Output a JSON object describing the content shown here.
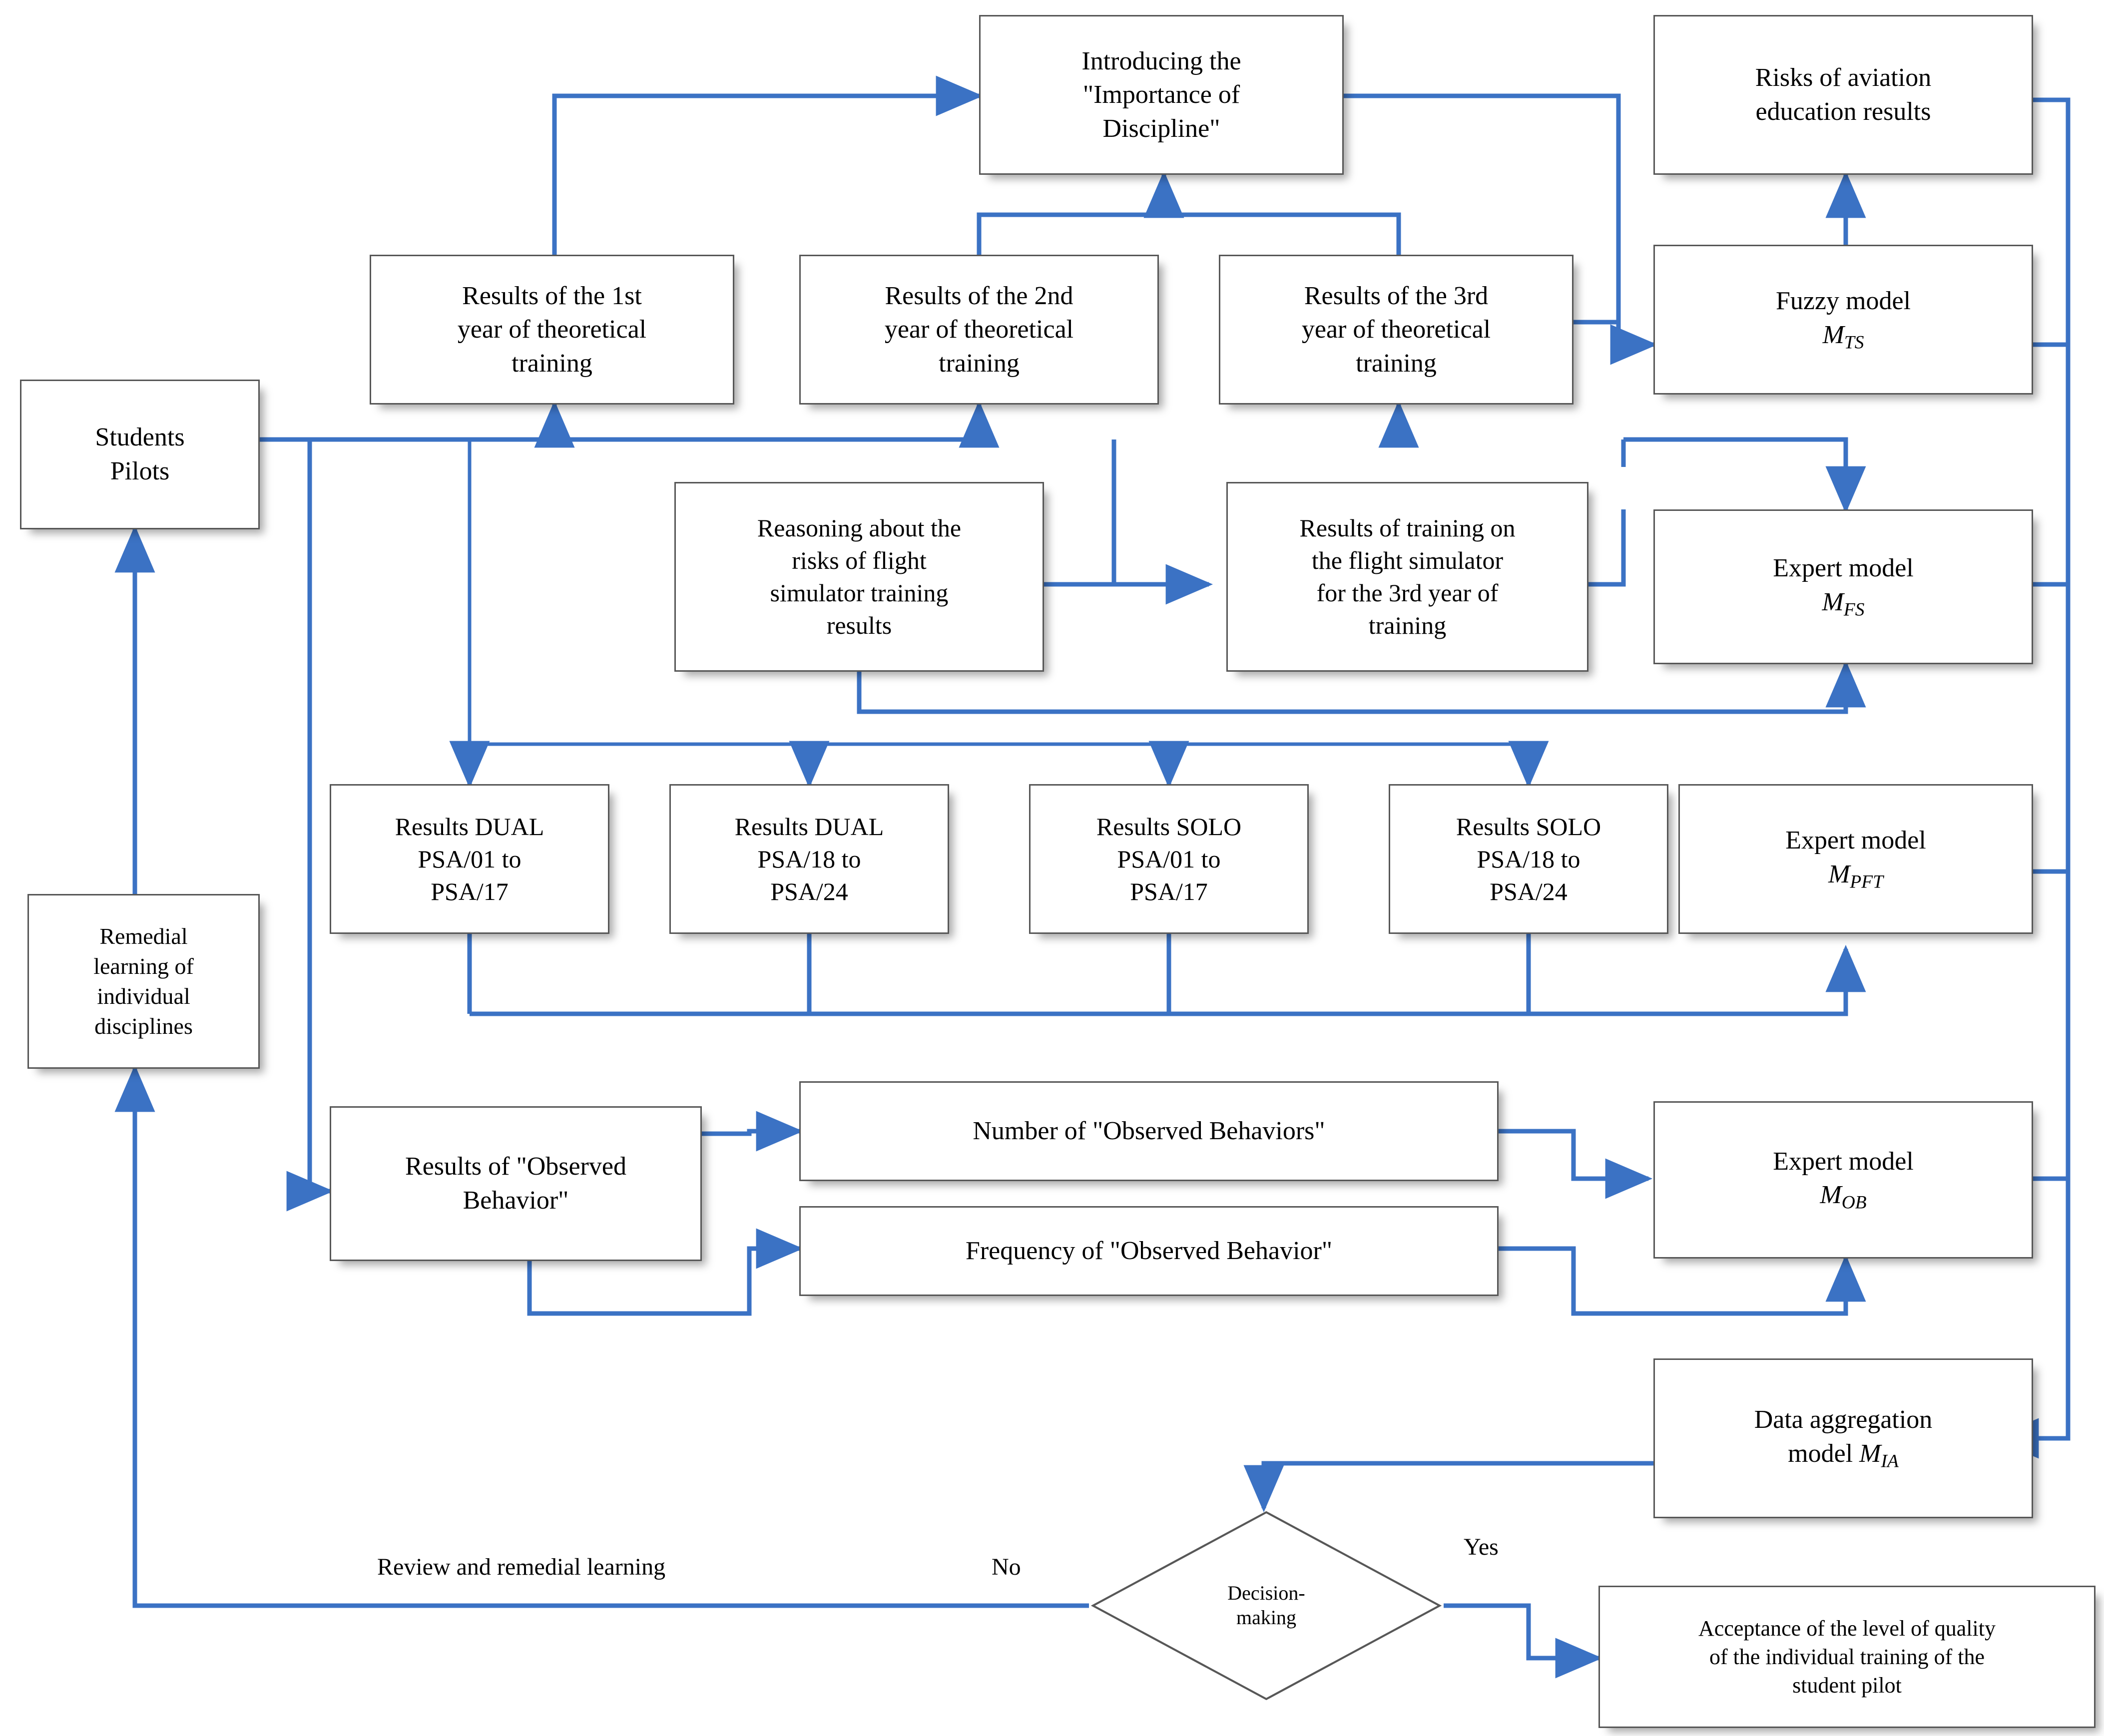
{
  "diagram": {
    "title": "Student pilot training quality assessment flowchart",
    "colors": {
      "connector": "#3B72C4",
      "node_border": "#575757",
      "node_fill": "#FFFFFF",
      "text": "#000000"
    },
    "nodes": {
      "students_pilots": "Students\nPilots",
      "remedial_learning": "Remedial\nlearning of\nindividual\ndisciplines",
      "introducing_discipline": "Introducing the\n\"Importance of\nDiscipline\"",
      "risks_aviation": "Risks of aviation\neducation results",
      "theory_year1": "Results of the 1st\nyear of theoretical\ntraining",
      "theory_year2": "Results of the 2nd\nyear of theoretical\ntraining",
      "theory_year3": "Results of the 3rd\nyear of theoretical\ntraining",
      "fuzzy_model_label": "Fuzzy model",
      "fuzzy_model_symbol": "M",
      "fuzzy_model_sub": "TS",
      "reasoning_risks": "Reasoning about the\nrisks of flight\nsimulator training\nresults",
      "simulator_year3": "Results of training on\nthe flight simulator\nfor the 3rd year of\ntraining",
      "expert_fs_label": "Expert model",
      "expert_fs_symbol": "M",
      "expert_fs_sub": "FS",
      "dual_01_17": "Results DUAL\nPSA/01 to\nPSA/17",
      "dual_18_24": "Results DUAL\nPSA/18 to\nPSA/24",
      "solo_01_17": "Results SOLO\nPSA/01 to\nPSA/17",
      "solo_18_24": "Results SOLO\nPSA/18 to\nPSA/24",
      "expert_pft_label": "Expert model",
      "expert_pft_symbol": "M",
      "expert_pft_sub": "PFT",
      "observed_behavior": "Results of \"Observed\nBehavior\"",
      "number_observed": "Number of \"Observed Behaviors\"",
      "frequency_observed": "Frequency of \"Observed Behavior\"",
      "expert_ob_label": "Expert model",
      "expert_ob_symbol": "M",
      "expert_ob_sub": "OB",
      "data_aggregation_line1": "Data aggregation",
      "data_aggregation_line2": "model ",
      "data_aggregation_symbol": "M",
      "data_aggregation_sub": "IA",
      "decision_making": "Decision-\nmaking",
      "acceptance": "Acceptance of the level of quality\nof the individual training of the\nstudent pilot"
    },
    "edge_labels": {
      "review_remedial": "Review and remedial learning",
      "no": "No",
      "yes": "Yes"
    }
  }
}
